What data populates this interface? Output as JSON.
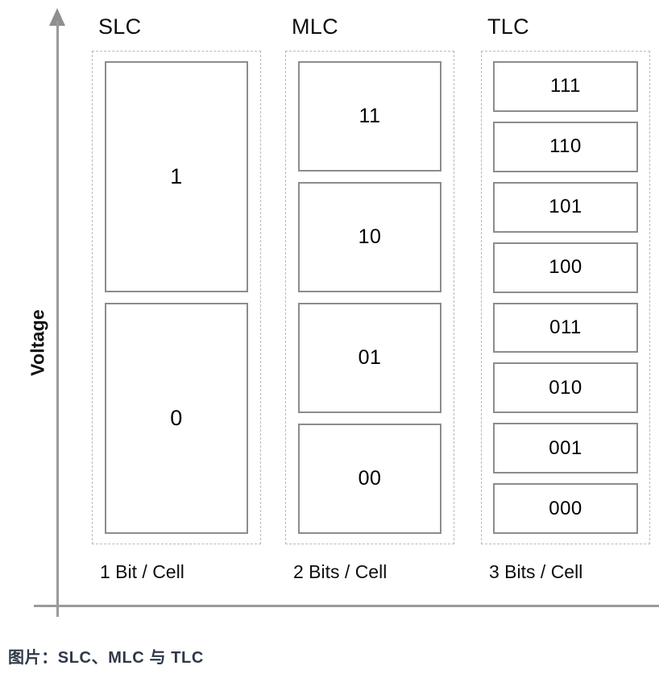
{
  "axes": {
    "y_label": "Voltage",
    "y_arrow_icon": "up-arrow-icon",
    "x_label": ""
  },
  "columns": [
    {
      "id": "slc",
      "title": "SLC",
      "footer": "1 Bit / Cell",
      "levels": [
        "1",
        "0"
      ]
    },
    {
      "id": "mlc",
      "title": "MLC",
      "footer": "2 Bits / Cell",
      "levels": [
        "11",
        "10",
        "01",
        "00"
      ]
    },
    {
      "id": "tlc",
      "title": "TLC",
      "footer": "3 Bits / Cell",
      "levels": [
        "111",
        "110",
        "101",
        "100",
        "011",
        "010",
        "001",
        "000"
      ]
    }
  ],
  "caption": "图片：SLC、MLC 与 TLC",
  "colors": {
    "axis": "#9a9a9a",
    "box_border": "#8c8c8c",
    "group_border": "#b9b9b9",
    "text": "#000000",
    "caption": "#2e3848",
    "background": "#ffffff"
  }
}
